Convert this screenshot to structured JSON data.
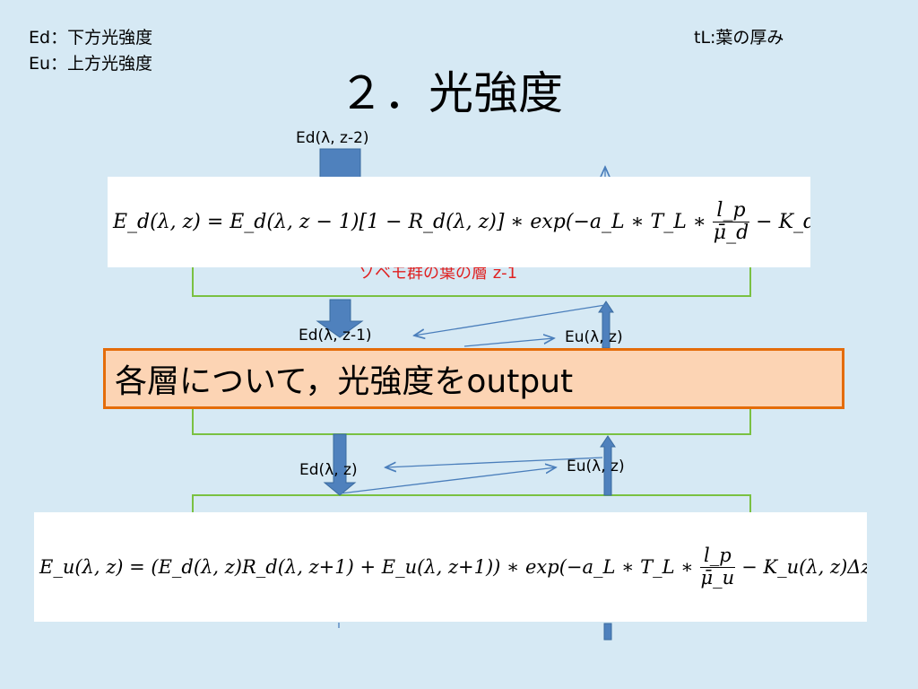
{
  "legend": {
    "ed": "Ed：下方光強度",
    "eu": "Eu：上方光強度",
    "tl": "tL:葉の厚み"
  },
  "title": "２．光強度",
  "labels": {
    "ed_z2": "Ed(λ, z-2)",
    "ed_z1": "Ed(λ, z-1)",
    "eu_z_upper": "Eu(λ, z)",
    "ed_z": "Ed(λ, z)",
    "eu_z_lower": "Eu(λ, z)",
    "layer_upper": "ソベモ群の葉の層 z-1"
  },
  "banner": "各層について，光強度をoutput",
  "equations": {
    "ed": {
      "lhs": "E_d(λ, z) = E_d(λ, z − 1)[1 − R_d(λ, z)] ∗ exp(−a_L ∗ T_L ∗",
      "num": "l_p",
      "den": "μ̄_d",
      "rhs": "− K_d(λ, z)Δz)"
    },
    "eu": {
      "lhs": "E_u(λ, z) = (E_d(λ, z)R_d(λ, z+1) + E_u(λ, z+1)) ∗ exp(−a_L ∗ T_L ∗",
      "num": "l_p",
      "den": "μ̄_u",
      "rhs": "− K_u(λ, z)Δz)"
    }
  },
  "colors": {
    "background": "#d6e9f4",
    "layer_border": "#7ac142",
    "arrow_fill": "#4f81bd",
    "thin_arrow": "#4a7ebb",
    "banner_fill": "#fcd4b4",
    "banner_border": "#e46c0a",
    "red_text": "#e02020"
  }
}
